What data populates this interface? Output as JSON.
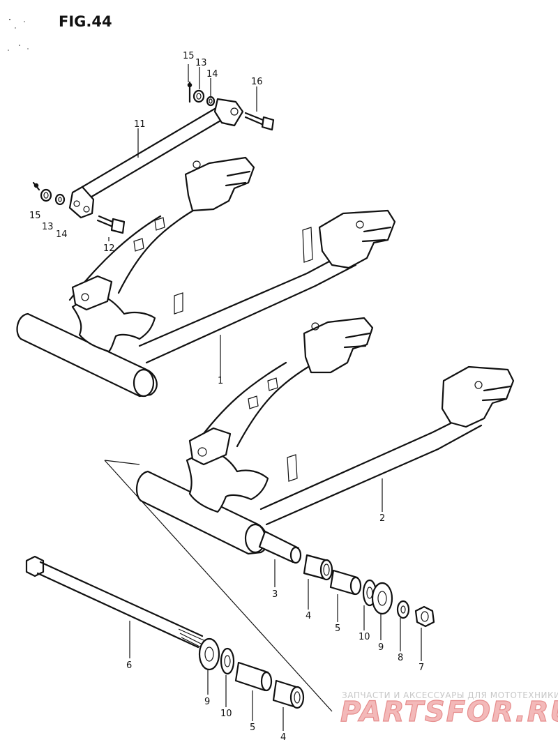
{
  "figure": {
    "title": "FIG.44"
  },
  "callouts": {
    "c1": "1",
    "c2": "2",
    "c3": "3",
    "c4a": "4",
    "c4b": "4",
    "c5a": "5",
    "c5b": "5",
    "c6": "6",
    "c7": "7",
    "c8": "8",
    "c9a": "9",
    "c9b": "9",
    "c10a": "10",
    "c10b": "10",
    "c11": "11",
    "c12": "12",
    "c13a": "13",
    "c13b": "13",
    "c14a": "14",
    "c14b": "14",
    "c15a": "15",
    "c15b": "15",
    "c16": "16"
  },
  "watermark": {
    "tagline": "ЗАПЧАСТИ И АКСЕССУАРЫ ДЛЯ МОТОТЕХНИКИ",
    "brand": "PARTSFOR.RU"
  }
}
